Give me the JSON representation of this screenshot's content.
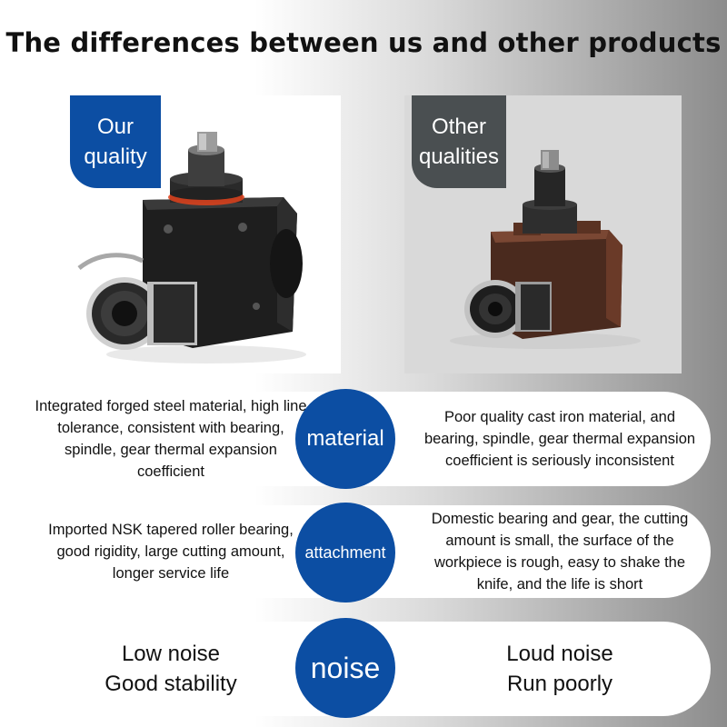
{
  "title": "The differences between us and other products",
  "panels": {
    "ours": {
      "tag_line1": "Our",
      "tag_line2": "quality"
    },
    "others": {
      "tag_line1": "Other",
      "tag_line2": "qualities"
    }
  },
  "rows": [
    {
      "label": "material",
      "ours": "Integrated forged steel material, high line tolerance, consistent with bearing, spindle, gear thermal expansion coefficient",
      "others": "Poor quality cast iron material, and bearing, spindle, gear thermal expansion coefficient is seriously inconsistent"
    },
    {
      "label": "attachment",
      "ours": "Imported NSK tapered roller bearing, good rigidity, large cutting amount, longer service life",
      "others": "Domestic bearing and gear, the cutting amount is small, the surface of the workpiece is rough, easy to shake the knife, and the life is short"
    },
    {
      "label": "noise",
      "ours_line1": "Low noise",
      "ours_line2": "Good stability",
      "others_line1": "Loud noise",
      "others_line2": "Run poorly"
    }
  ],
  "colors": {
    "accent_blue": "#0c4ea3",
    "dark_tag": "#4a4f51",
    "row_bg": "#ffffff"
  },
  "icons": {
    "ours_product": "live-tool-holder-black-image",
    "others_product": "live-tool-holder-brown-image"
  }
}
